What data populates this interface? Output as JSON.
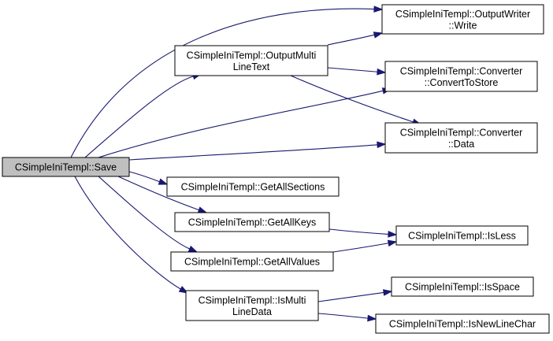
{
  "colors": {
    "node_fill": "#ffffff",
    "root_fill": "#bfbfbf",
    "edge": "#191970",
    "border": "#000000"
  },
  "nodes": [
    {
      "id": "save",
      "lines": [
        "CSimpleIniTempl::Save"
      ],
      "root": true
    },
    {
      "id": "outputmulti",
      "lines": [
        "CSimpleIniTempl::OutputMulti",
        "LineText"
      ]
    },
    {
      "id": "write",
      "lines": [
        "CSimpleIniTempl::OutputWriter",
        "::Write"
      ]
    },
    {
      "id": "converttostore",
      "lines": [
        "CSimpleIniTempl::Converter",
        "::ConvertToStore"
      ]
    },
    {
      "id": "data",
      "lines": [
        "CSimpleIniTempl::Converter",
        "::Data"
      ]
    },
    {
      "id": "getallsections",
      "lines": [
        "CSimpleIniTempl::GetAllSections"
      ]
    },
    {
      "id": "getallkeys",
      "lines": [
        "CSimpleIniTempl::GetAllKeys"
      ]
    },
    {
      "id": "getallvalues",
      "lines": [
        "CSimpleIniTempl::GetAllValues"
      ]
    },
    {
      "id": "ismultilinedata",
      "lines": [
        "CSimpleIniTempl::IsMulti",
        "LineData"
      ]
    },
    {
      "id": "isless",
      "lines": [
        "CSimpleIniTempl::IsLess"
      ]
    },
    {
      "id": "isspace",
      "lines": [
        "CSimpleIniTempl::IsSpace"
      ]
    },
    {
      "id": "isnewlinechar",
      "lines": [
        "CSimpleIniTempl::IsNewLineChar"
      ]
    }
  ],
  "edges": [
    {
      "from": "save",
      "to": "write"
    },
    {
      "from": "save",
      "to": "outputmulti"
    },
    {
      "from": "save",
      "to": "converttostore"
    },
    {
      "from": "save",
      "to": "data"
    },
    {
      "from": "save",
      "to": "getallsections"
    },
    {
      "from": "save",
      "to": "getallkeys"
    },
    {
      "from": "save",
      "to": "getallvalues"
    },
    {
      "from": "save",
      "to": "ismultilinedata"
    },
    {
      "from": "outputmulti",
      "to": "write"
    },
    {
      "from": "outputmulti",
      "to": "converttostore"
    },
    {
      "from": "outputmulti",
      "to": "data"
    },
    {
      "from": "getallkeys",
      "to": "isless"
    },
    {
      "from": "getallvalues",
      "to": "isless"
    },
    {
      "from": "ismultilinedata",
      "to": "isspace"
    },
    {
      "from": "ismultilinedata",
      "to": "isnewlinechar"
    }
  ]
}
